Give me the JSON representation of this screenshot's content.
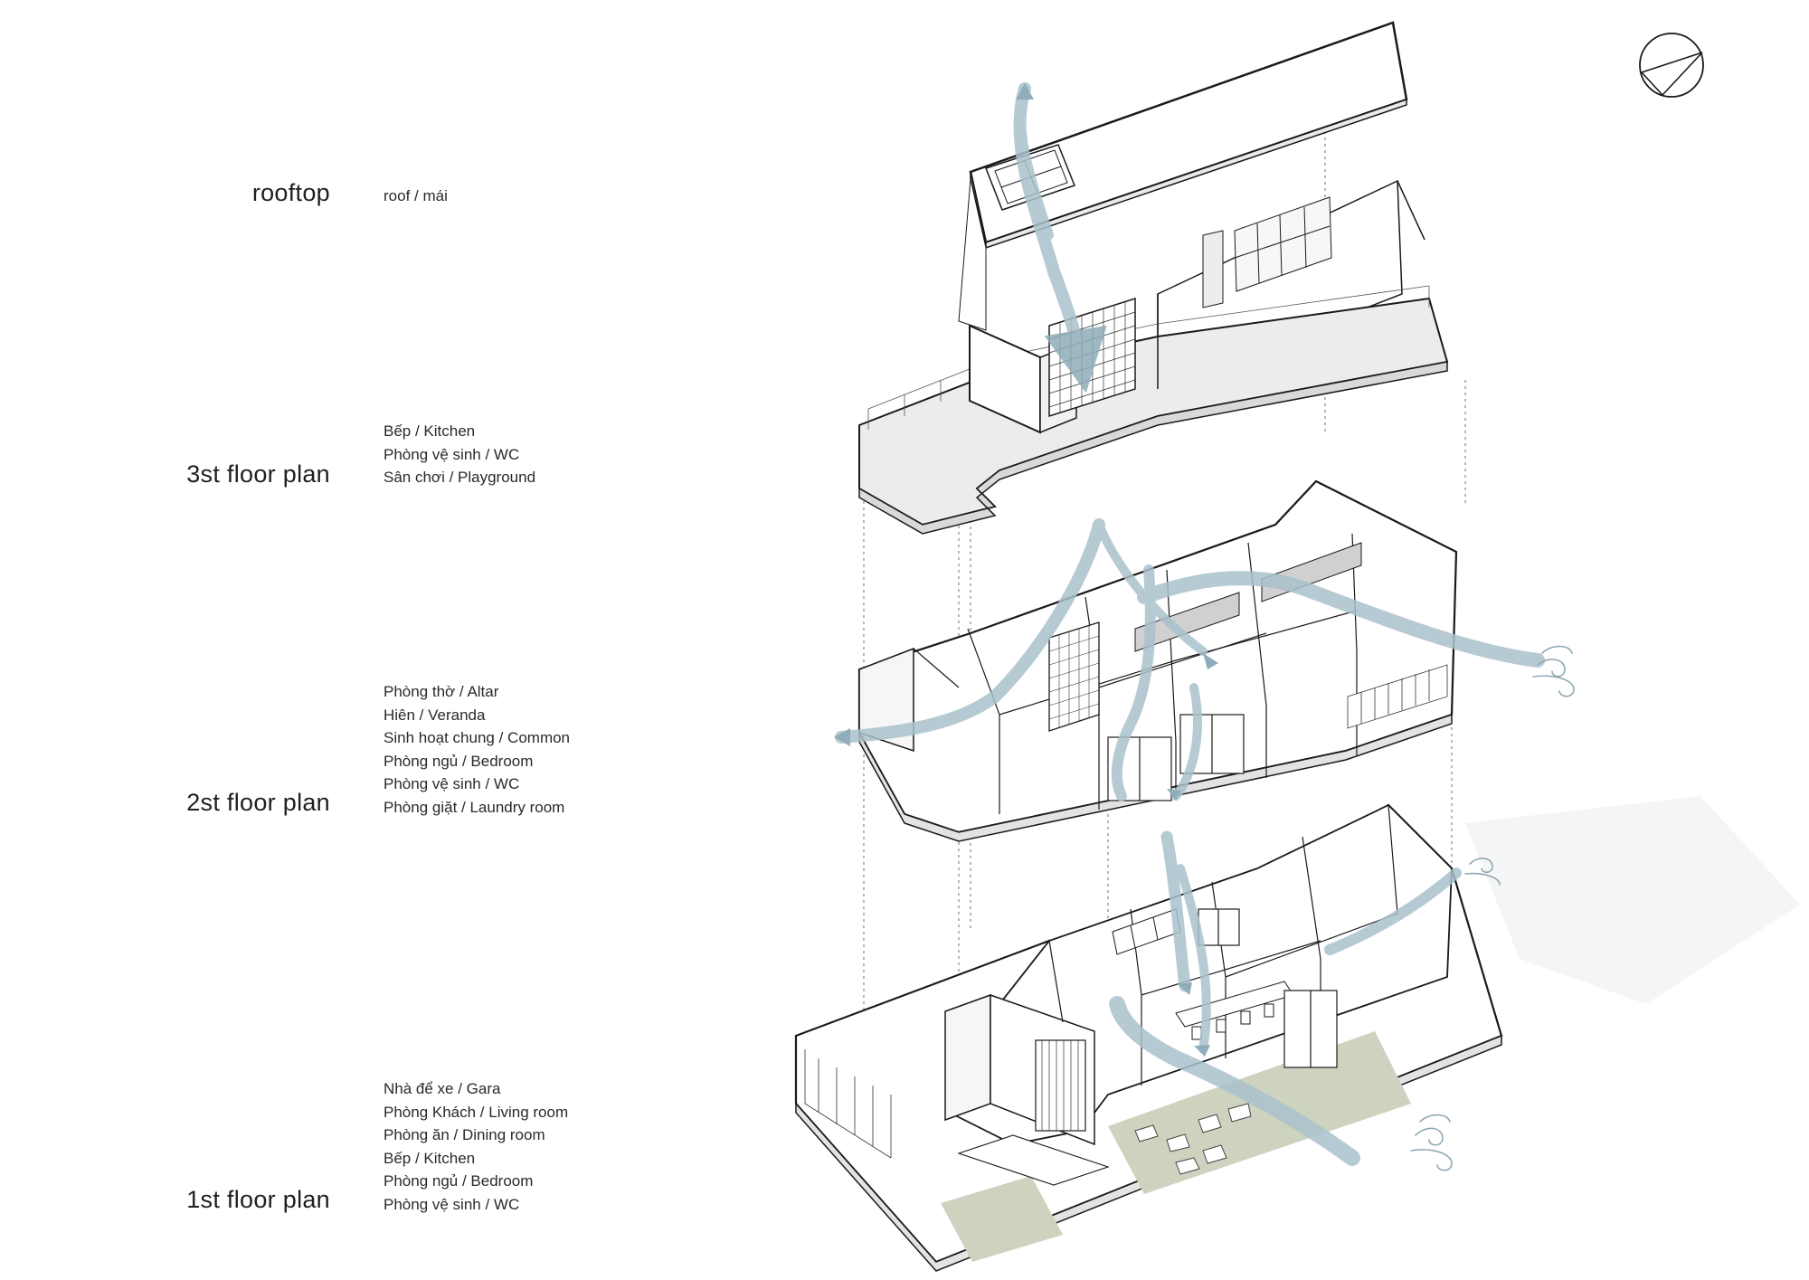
{
  "colors": {
    "line": "#1a1a1a",
    "thin_line": "#7a7a7a",
    "wind": "#a9c1cc",
    "grass": "#cdd3bf",
    "slab_fill": "#ffffff"
  },
  "icons": {
    "compass": "north-arrow-icon",
    "wind": "wind-swirl-icon"
  },
  "floors": [
    {
      "id": "rooftop",
      "title": "rooftop",
      "rooms": [
        "roof / mái"
      ]
    },
    {
      "id": "third",
      "title": "3st floor plan",
      "rooms": [
        "Bếp / Kitchen",
        "Phòng vệ sinh / WC",
        "Sân chơi / Playground"
      ]
    },
    {
      "id": "second",
      "title": "2st floor plan",
      "rooms": [
        "Phòng thờ / Altar",
        "Hiên / Veranda",
        "Sinh hoạt chung / Common",
        "Phòng ngủ / Bedroom",
        "Phòng vệ sinh / WC",
        "Phòng giặt / Laundry room"
      ]
    },
    {
      "id": "first",
      "title": "1st floor plan",
      "rooms": [
        "Nhà để xe / Gara",
        "Phòng Khách / Living room",
        "Phòng ăn / Dining room",
        "Bếp  / Kitchen",
        "Phòng ngủ / Bedroom",
        "Phòng vệ sinh /  WC"
      ]
    }
  ]
}
